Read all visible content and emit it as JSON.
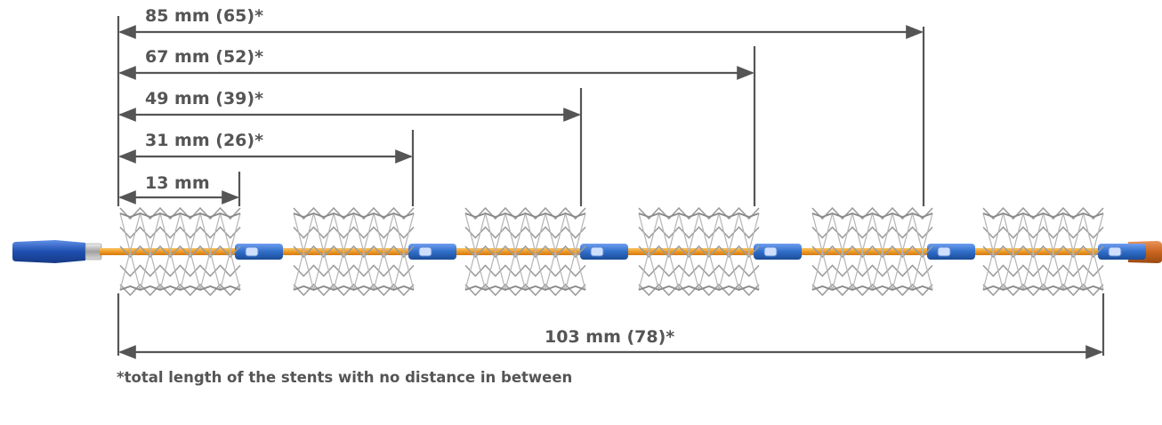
{
  "dimensions": [
    {
      "label": "85 mm (65)*"
    },
    {
      "label": "67 mm (52)*"
    },
    {
      "label": "49 mm (39)*"
    },
    {
      "label": "31 mm (26)*"
    },
    {
      "label": "13 mm"
    }
  ],
  "total_dimension": {
    "label": "103 mm (78)*"
  },
  "footnote": "*total length of the stents with no distance in between",
  "stent_count": 6,
  "colors": {
    "dimension_line": "#555555",
    "catheter_shaft": "#f0a030",
    "marker_band": "#2f6ec9",
    "proximal_tip": "#1f4fb0",
    "distal_tip": "#c8641e",
    "stent_strut": "#9b9b9b"
  }
}
